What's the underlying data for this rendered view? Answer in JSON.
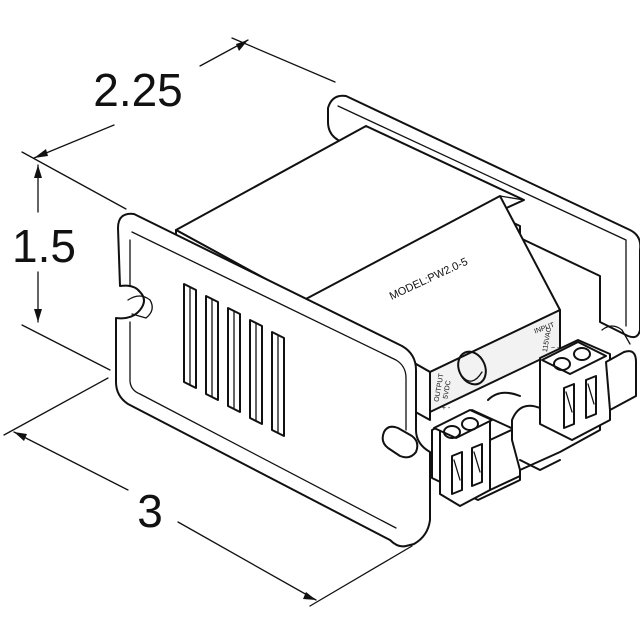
{
  "dimensions": {
    "width": "2.25",
    "height": "1.5",
    "length": "3"
  },
  "labels": {
    "model": "MODEL:PW2.0-5",
    "output_line1": "OUTPUT",
    "output_line2": "5VDC",
    "output_polarity": "+   -",
    "input_line1": "INPUT",
    "input_line2": "115VAC",
    "input_polarity": "~  ~"
  }
}
